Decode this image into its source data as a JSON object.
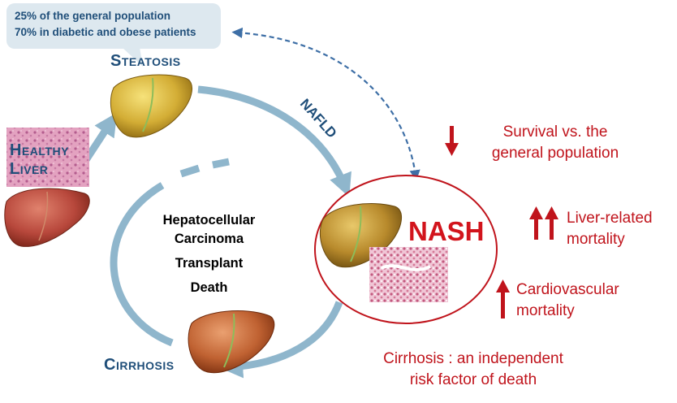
{
  "callout": {
    "line1": "25% of the general population",
    "line2": "70% in diabetic and obese patients"
  },
  "stages": {
    "steatosis": "Steatosis",
    "healthy_line1": "Healthy",
    "healthy_line2": "Liver",
    "nash": "NASH",
    "cirrhosis": "Cirrhosis"
  },
  "nafld": "NAFLD",
  "center_outcomes": [
    "Hepatocellular",
    "Carcinoma",
    "Transplant",
    "Death"
  ],
  "nash_outcomes": {
    "survival_line1": "Survival vs. the",
    "survival_line2": "general population",
    "liver_line1": "Liver-related",
    "liver_line2": "mortality",
    "cardio_line1": "Cardiovascular",
    "cardio_line2": "mortality"
  },
  "cirrhosis_note": {
    "line1": "Cirrhosis : an independent",
    "line2": "risk factor of death"
  },
  "colors": {
    "arrow_blue": "#8fb6cc",
    "dark_blue": "#1f4e79",
    "red": "#c0141c",
    "steatosis_liver": "#c8a12e",
    "healthy_liver": "#b8483c",
    "cirrhotic_liver": "#c06232"
  }
}
